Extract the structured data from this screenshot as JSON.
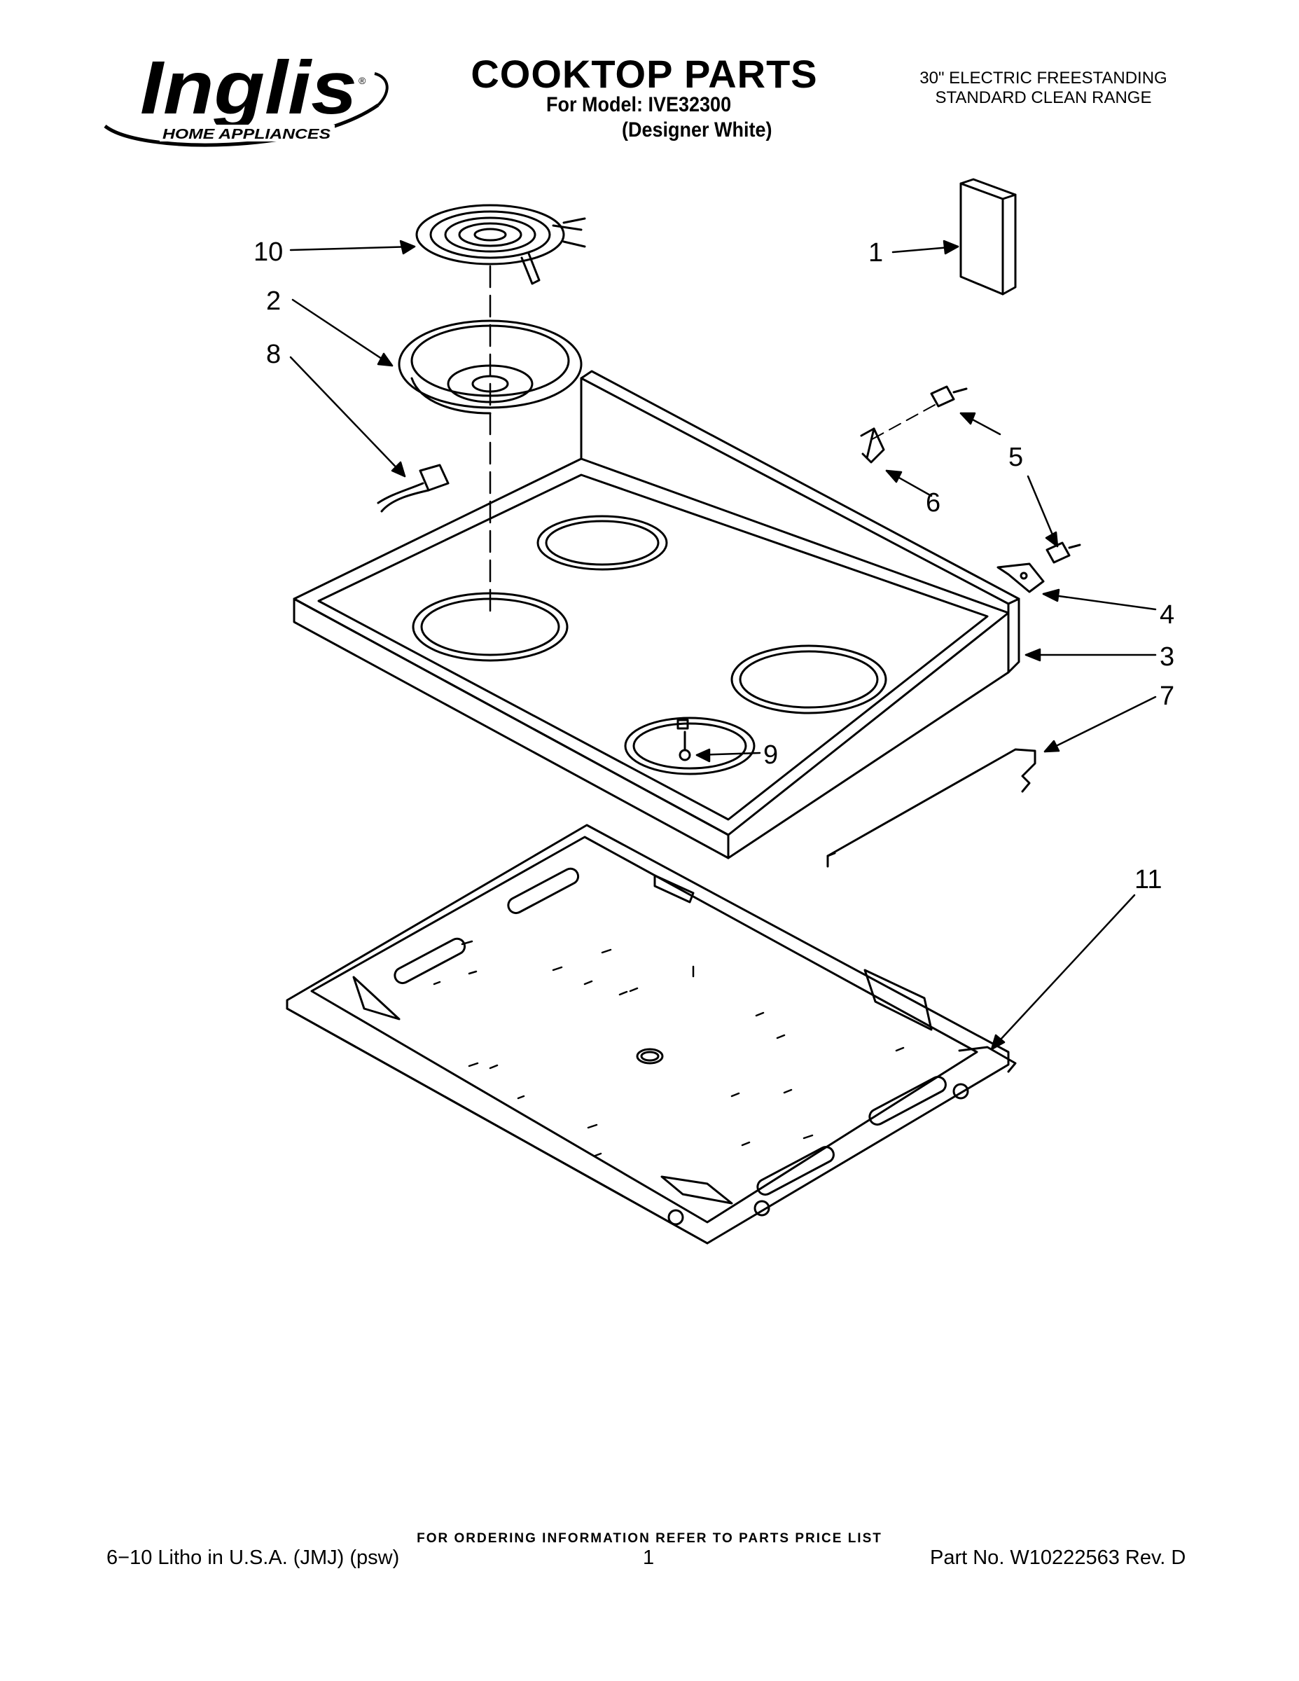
{
  "header": {
    "brand": "Inglis",
    "brand_tagline": "HOME APPLIANCES",
    "title": "COOKTOP PARTS",
    "model_line": "For Model: IVE32300",
    "variant": "(Designer White)",
    "description_line1": "30\" ELECTRIC FREESTANDING",
    "description_line2": "STANDARD CLEAN RANGE"
  },
  "callouts": [
    "1",
    "2",
    "3",
    "4",
    "5",
    "6",
    "7",
    "8",
    "9",
    "10",
    "11"
  ],
  "footer": {
    "ordering_info": "FOR ORDERING INFORMATION REFER TO PARTS PRICE LIST",
    "litho": "6−10 Litho in U.S.A. (JMJ) (psw)",
    "page_number": "1",
    "part_number": "Part No. W10222563 Rev. D"
  }
}
